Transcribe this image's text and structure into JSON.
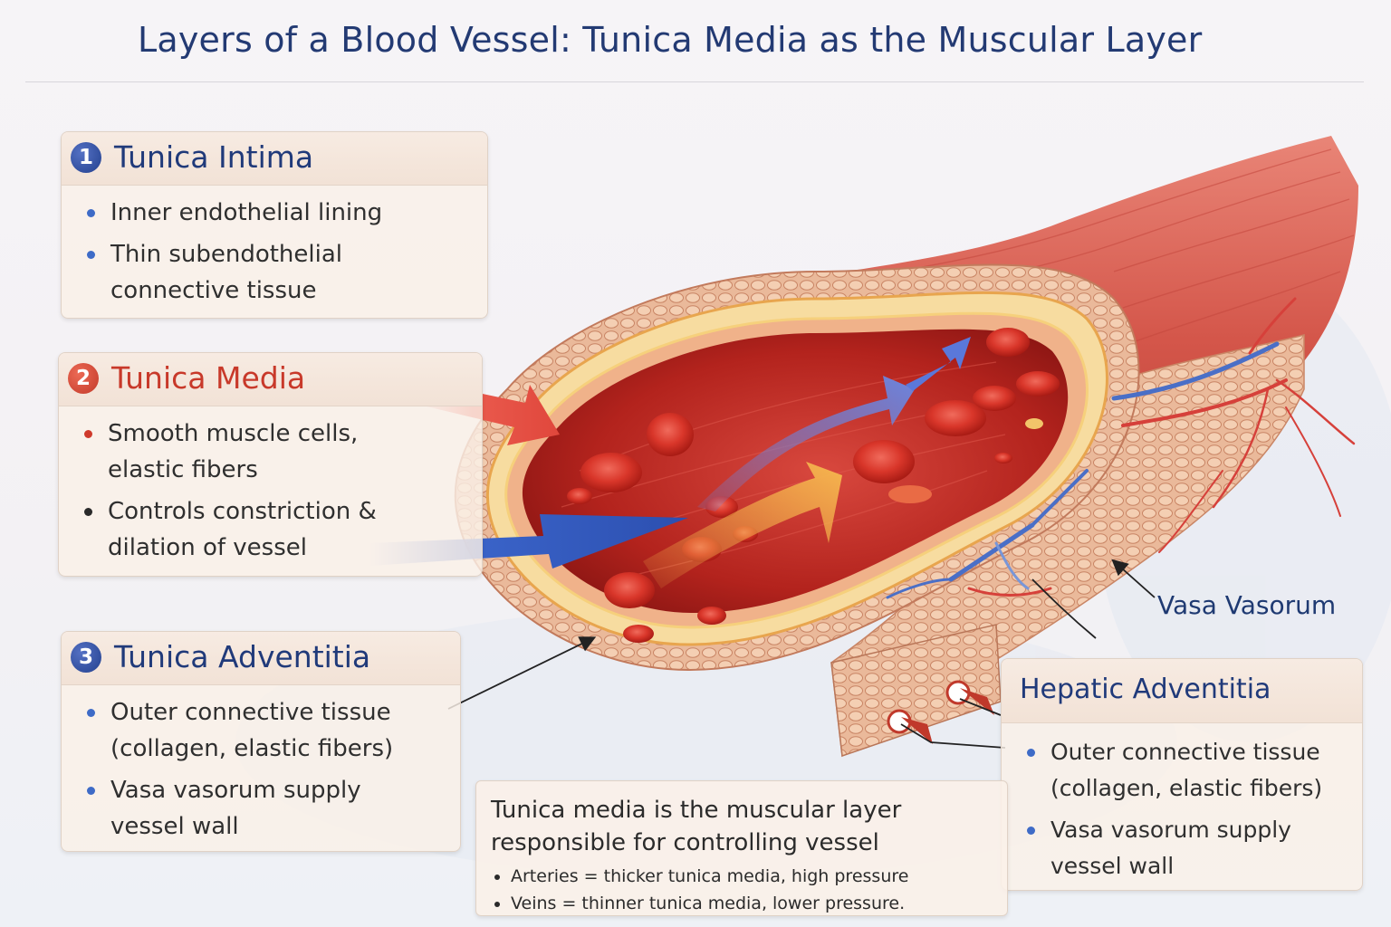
{
  "title": "Layers of a Blood Vessel: Tunica Media as the Muscular Layer",
  "panels": {
    "intima": {
      "number": "1",
      "title": "Tunica Intima",
      "items": [
        "Inner endothelial lining",
        "Thin subendothelial connective tissue"
      ]
    },
    "media": {
      "number": "2",
      "title": "Tunica Media",
      "items": [
        "Smooth muscle cells, elastic fibers",
        "Controls constriction & dilation of vessel"
      ]
    },
    "adventitia": {
      "number": "3",
      "title": "Tunica Adventitia",
      "items": [
        "Outer connective tissue (collagen, elastic fibers)",
        "Vasa vasorum supply vessel wall"
      ]
    },
    "hepatic": {
      "title": "Hepatic Adventitia",
      "items": [
        "Outer connective tissue (collagen, elastic fibers)",
        "Vasa vasorum supply vessel wall"
      ]
    }
  },
  "caption": {
    "text": "Tunica media is the muscular layer responsible for controlling vessel",
    "items": [
      "Arteries = thicker tunica media, high pressure",
      "Veins = thinner tunica media, lower pressure."
    ]
  },
  "labels": {
    "vasa_vasorum": "Vasa Vasorum"
  },
  "colors": {
    "title": "#233a73",
    "media_accent": "#c8392a",
    "vessel_outer": "#d9655a",
    "lumen": "#b8241e",
    "tunica_media_band": "#f2c768",
    "adventitia_tissue": "#e9b08e",
    "flow_blue": "#3a63c8",
    "flow_red": "#e0473c",
    "flow_yellow": "#f3b24a"
  },
  "icons": [
    "number-badge-1",
    "number-badge-2",
    "number-badge-3",
    "flow-arrow",
    "pointer-arrow"
  ]
}
